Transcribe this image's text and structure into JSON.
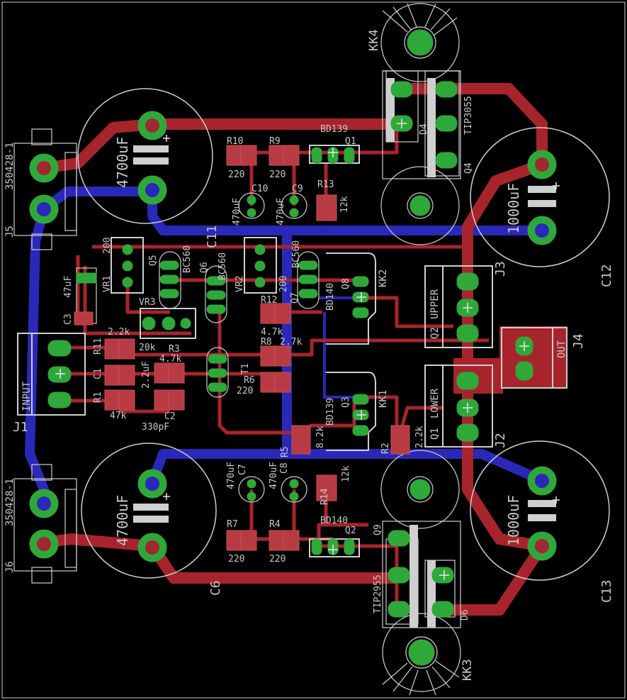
{
  "colors": {
    "background": "#000000",
    "outline": "#cfcfcf",
    "top_copper": "#a8242c",
    "bottom_copper": "#2a28b8",
    "pad": "#2fa83a",
    "via": "#7a7a80",
    "smd_pad": "#b83a42"
  },
  "silkscreen": {
    "c12_value": "1000uF",
    "c12": "C12",
    "c13_value": "1000uF",
    "c13": "C13",
    "c6_value": "4700uF",
    "c6": "C6",
    "c11_value": "4700uF",
    "c11": "C11",
    "j5": "J5",
    "j5_part": "350428-1",
    "j6": "J6",
    "j6_part": "350428-1",
    "kk4": "KK4",
    "kk3": "KK3",
    "kk2": "KK2",
    "kk1": "KK1",
    "tip3055": "TIP3055",
    "tip2955": "TIP2955",
    "q4": "Q4",
    "q9": "Q9",
    "d4": "D4",
    "d6": "D6",
    "bd139_top": "BD139",
    "q1": "Q1",
    "bd140_bottom": "BD140",
    "q2": "Q2",
    "r10": "R10",
    "r10_val": "220",
    "r9": "R9",
    "r9_val": "220",
    "r7": "R7",
    "r7_val": "220",
    "r4": "R4",
    "r4_val": "220",
    "r13": "R13",
    "r13_val": "12k",
    "r14": "R14",
    "r14_val": "12k",
    "c10": "C10",
    "c10_val": "470uF",
    "c9": "C9",
    "c9_val": "470uF",
    "c7": "C7",
    "c7_val": "470uF",
    "c8": "C8",
    "c8_val": "470uF",
    "q5": "Q5",
    "q5_part": "BC560",
    "q6": "Q6",
    "q6_part": "BC560",
    "q7": "Q7",
    "q7_part": "BC560",
    "vr1": "VR1",
    "vr1_val": "200",
    "vr2": "VR2",
    "vr2_val": "200",
    "vr3": "VR3",
    "vr3_val": "20k",
    "c3": "C3",
    "c3_val": "47uF",
    "q8": "Q8",
    "q8_part": "BD140",
    "q3": "Q3",
    "q3_part": "BD139",
    "r12": "R12",
    "r12_val": "4.7k",
    "r8": "R8",
    "r8_val": "2.7k",
    "r6": "R6",
    "r6_val": "220",
    "t1": "T1",
    "r11": "R11",
    "r11_val": "2.2k",
    "c1": "C1",
    "c1_val": "2.2uF",
    "r1": "R1",
    "r1_val": "47k",
    "r3": "R3",
    "r3_val": "4.7k",
    "c2": "C2",
    "c2_val": "330pF",
    "r5": "R5",
    "r5_val": "8.2k",
    "r2": "R2",
    "r2_val": "2.2k",
    "j1": "J1",
    "input": "INPUT",
    "j3": "J3",
    "upper": "UPPER",
    "q2_upper": "Q2",
    "j2": "J2",
    "lower": "LOWER",
    "q1_lower": "Q1",
    "j4": "J4",
    "out": "OUT"
  }
}
